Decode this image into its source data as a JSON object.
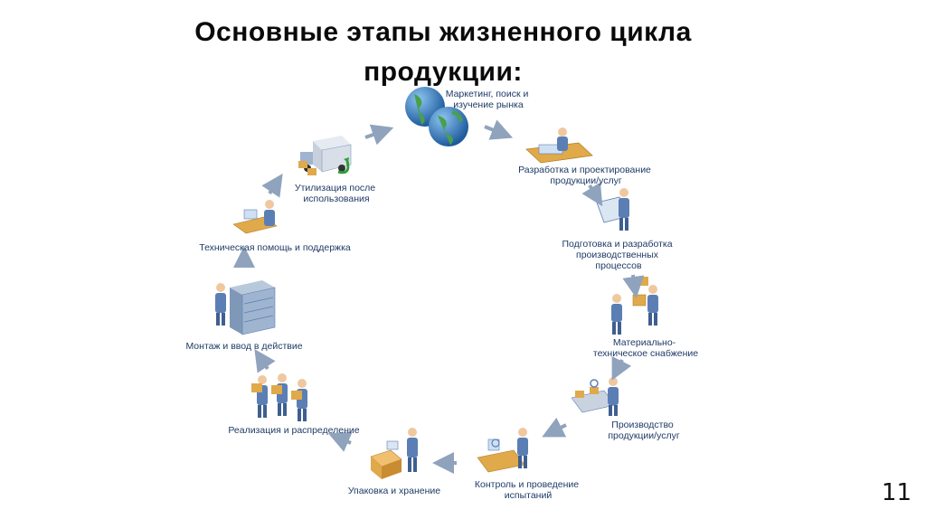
{
  "slide": {
    "title_lines": [
      "Основные этапы жизненного цикла",
      "продукции:"
    ],
    "page_number": "11"
  },
  "cycle": {
    "stages": [
      {
        "id": "marketing",
        "icon": "globe-icon",
        "lines": [
          "Маркетинг, поиск и",
          "изучение рынка"
        ]
      },
      {
        "id": "design",
        "icon": "designer-desk-icon",
        "lines": [
          "Разработка и проектирование",
          "продукции/услуг"
        ]
      },
      {
        "id": "process",
        "icon": "engineer-blueprint-icon",
        "lines": [
          "Подготовка и разработка",
          "производственных",
          "процессов"
        ]
      },
      {
        "id": "supply",
        "icon": "supply-workers-icon",
        "lines": [
          "Материально-",
          "техническое снабжение"
        ]
      },
      {
        "id": "production",
        "icon": "production-line-icon",
        "lines": [
          "Производство",
          "продукции/услуг"
        ]
      },
      {
        "id": "testing",
        "icon": "inspection-icon",
        "lines": [
          "Контроль и проведение",
          "испытаний"
        ]
      },
      {
        "id": "packing",
        "icon": "packing-icon",
        "lines": [
          "Упаковка и хранение"
        ]
      },
      {
        "id": "distribution",
        "icon": "distribution-workers-icon",
        "lines": [
          "Реализация и распределение"
        ]
      },
      {
        "id": "install",
        "icon": "server-rack-icon",
        "lines": [
          "Монтаж и ввод в действие"
        ]
      },
      {
        "id": "support",
        "icon": "support-desk-icon",
        "lines": [
          "Техническая помощь и поддержка"
        ]
      },
      {
        "id": "disposal",
        "icon": "disposal-truck-icon",
        "lines": [
          "Утилизация после",
          "использования"
        ]
      }
    ],
    "colors": {
      "arrow": "#8fa3bd",
      "label": "#1f3b66",
      "person": "#5b7fb5",
      "box": "#e0a94a",
      "globe_blue": "#2e6fb7",
      "globe_green": "#4aa04a"
    }
  }
}
